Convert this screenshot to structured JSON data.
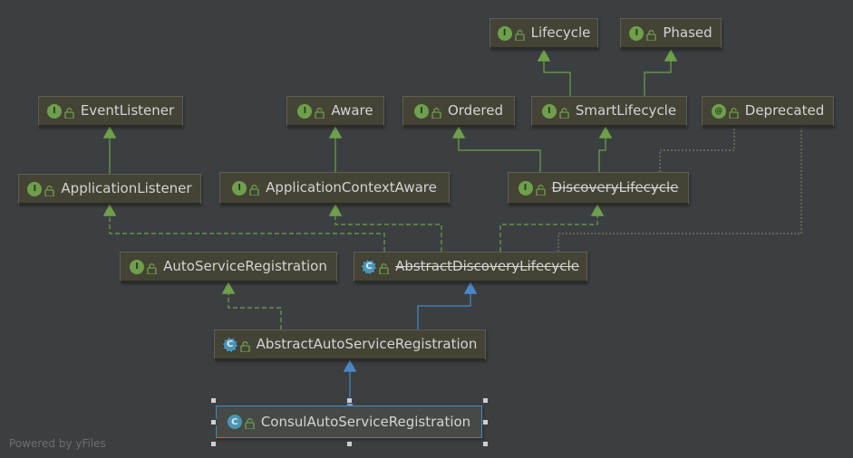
{
  "diagram": {
    "nodes": [
      {
        "id": "lifecycle",
        "label": "Lifecycle",
        "kind": "interface",
        "badge": "I",
        "strike": false
      },
      {
        "id": "phased",
        "label": "Phased",
        "kind": "interface",
        "badge": "I",
        "strike": false
      },
      {
        "id": "event-listener",
        "label": "EventListener",
        "kind": "interface",
        "badge": "I",
        "strike": false
      },
      {
        "id": "aware",
        "label": "Aware",
        "kind": "interface",
        "badge": "I",
        "strike": false
      },
      {
        "id": "ordered",
        "label": "Ordered",
        "kind": "interface",
        "badge": "I",
        "strike": false
      },
      {
        "id": "smart-lifecycle",
        "label": "SmartLifecycle",
        "kind": "interface",
        "badge": "I",
        "strike": false
      },
      {
        "id": "deprecated",
        "label": "Deprecated",
        "kind": "annotation",
        "badge": "@",
        "strike": false
      },
      {
        "id": "application-listener",
        "label": "ApplicationListener",
        "kind": "interface",
        "badge": "I",
        "strike": false
      },
      {
        "id": "application-context-aware",
        "label": "ApplicationContextAware",
        "kind": "interface",
        "badge": "I",
        "strike": false
      },
      {
        "id": "discovery-lifecycle",
        "label": "DiscoveryLifecycle",
        "kind": "interface",
        "badge": "I",
        "strike": true
      },
      {
        "id": "auto-service-registration",
        "label": "AutoServiceRegistration",
        "kind": "interface",
        "badge": "I",
        "strike": false
      },
      {
        "id": "abstract-discovery-lifecycle",
        "label": "AbstractDiscoveryLifecycle",
        "kind": "abstract-class",
        "badge": "C",
        "strike": true
      },
      {
        "id": "abstract-auto-service-registration",
        "label": "AbstractAutoServiceRegistration",
        "kind": "abstract-class",
        "badge": "C",
        "strike": false
      },
      {
        "id": "consul-auto-service-registration",
        "label": "ConsulAutoServiceRegistration",
        "kind": "class",
        "badge": "C",
        "strike": false
      }
    ],
    "edges": [
      {
        "from": "smart-lifecycle",
        "to": "lifecycle",
        "type": "interface-extends"
      },
      {
        "from": "smart-lifecycle",
        "to": "phased",
        "type": "interface-extends"
      },
      {
        "from": "application-listener",
        "to": "event-listener",
        "type": "interface-extends"
      },
      {
        "from": "application-context-aware",
        "to": "aware",
        "type": "interface-extends"
      },
      {
        "from": "discovery-lifecycle",
        "to": "ordered",
        "type": "interface-extends"
      },
      {
        "from": "discovery-lifecycle",
        "to": "smart-lifecycle",
        "type": "interface-extends"
      },
      {
        "from": "discovery-lifecycle",
        "to": "deprecated",
        "type": "annotated-with"
      },
      {
        "from": "abstract-discovery-lifecycle",
        "to": "application-listener",
        "type": "implements"
      },
      {
        "from": "abstract-discovery-lifecycle",
        "to": "application-context-aware",
        "type": "implements"
      },
      {
        "from": "abstract-discovery-lifecycle",
        "to": "discovery-lifecycle",
        "type": "implements"
      },
      {
        "from": "abstract-discovery-lifecycle",
        "to": "deprecated",
        "type": "annotated-with"
      },
      {
        "from": "abstract-auto-service-registration",
        "to": "auto-service-registration",
        "type": "implements"
      },
      {
        "from": "abstract-auto-service-registration",
        "to": "abstract-discovery-lifecycle",
        "type": "extends"
      },
      {
        "from": "consul-auto-service-registration",
        "to": "abstract-auto-service-registration",
        "type": "extends"
      }
    ],
    "selected": "consul-auto-service-registration"
  },
  "colors": {
    "background": "#3c3f41",
    "interface_edge": "#6ea04c",
    "class_edge": "#4a88c7",
    "annotation_edge": "#7a7a6a"
  },
  "icons": {
    "interface": "interface-badge-icon",
    "annotation": "annotation-badge-icon",
    "class": "class-badge-icon",
    "visibility": "lock-icon"
  },
  "watermark": "Powered by yFiles"
}
